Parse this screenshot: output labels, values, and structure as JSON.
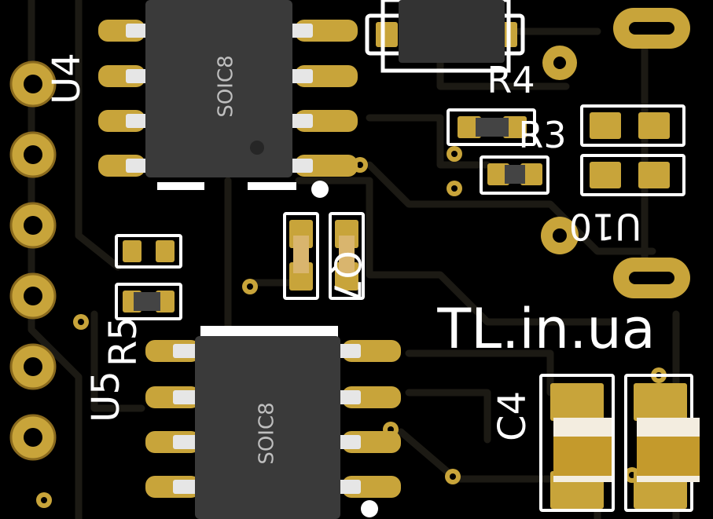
{
  "colors": {
    "board": "#000000",
    "trace": "#1c1a14",
    "gold": "#c8a43a",
    "gold_dark": "#8a6a1e",
    "silkscreen": "#ffffff",
    "chip_body": "#3a3a3a",
    "chip_pin": "#e6e6e6"
  },
  "labels": {
    "u4": "U4",
    "u5": "U5",
    "r4": "R4",
    "r3": "R3",
    "r5": "R5",
    "u10": "U10",
    "c4": "C4",
    "q7": "Q7",
    "brand": "TL.in.ua",
    "chip_top": "SOIC8",
    "chip_bottom": "SOIC8"
  }
}
